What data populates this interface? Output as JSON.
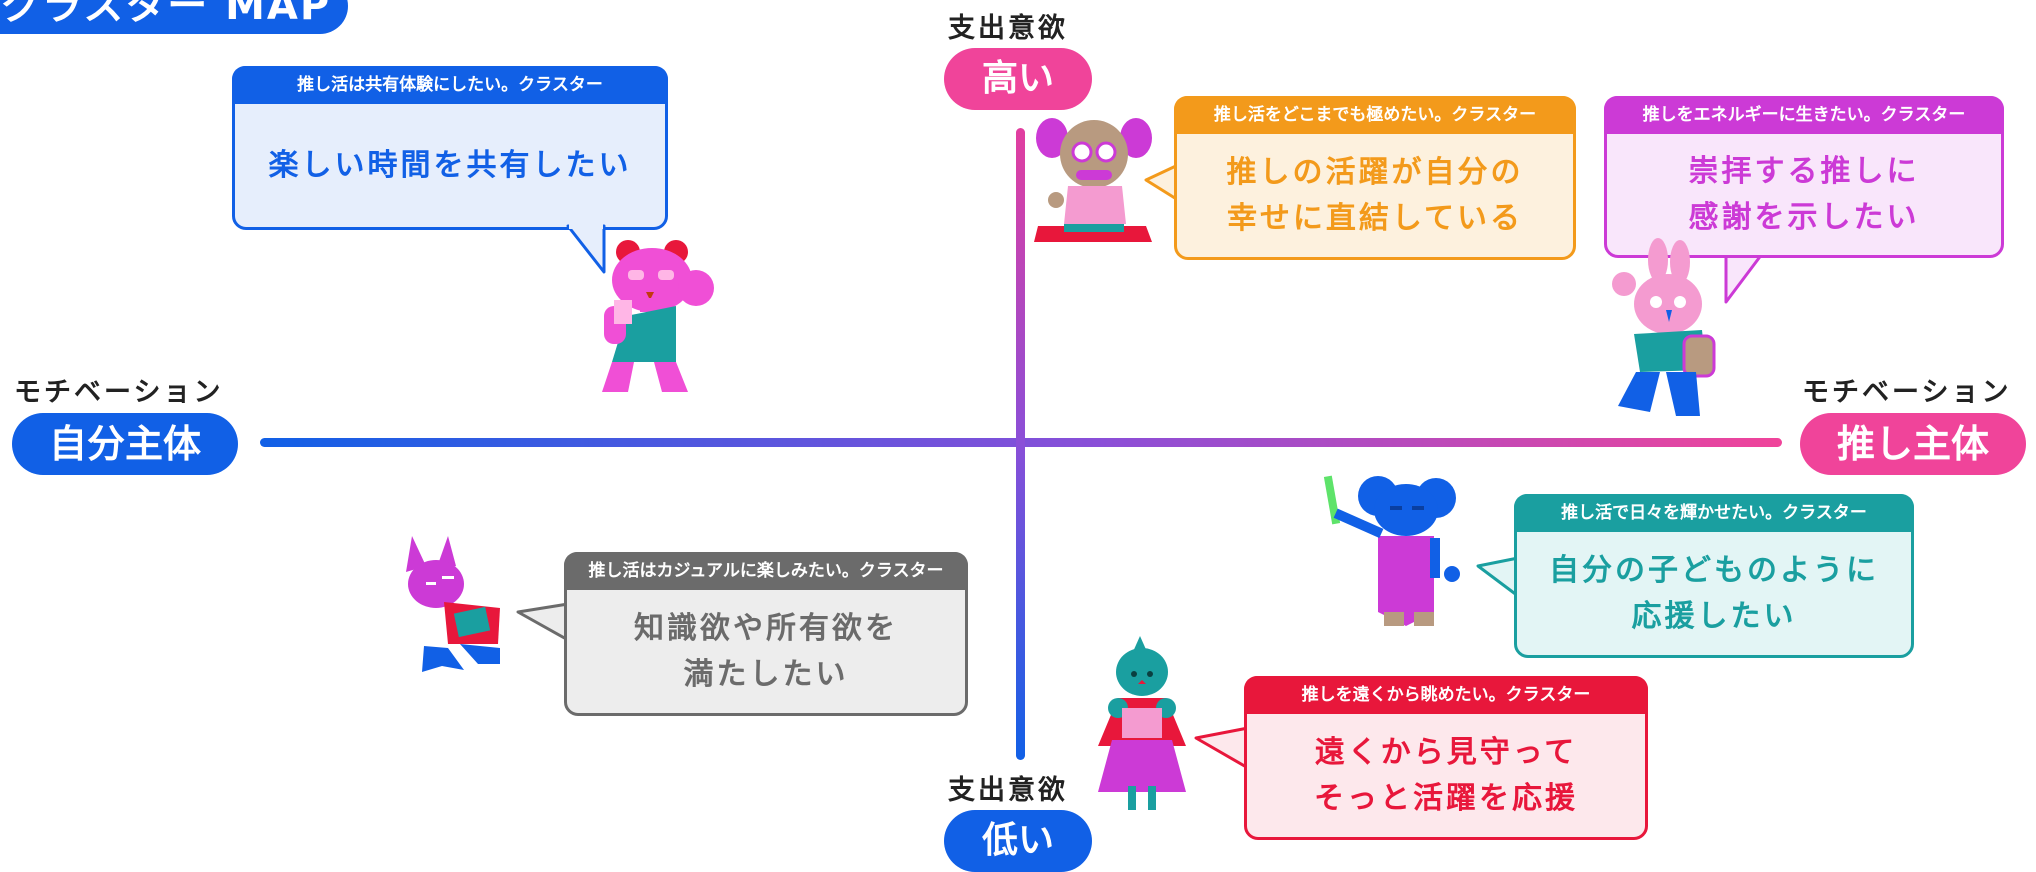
{
  "title": "クラスター MAP",
  "axes": {
    "top": {
      "caption": "支出意欲",
      "label": "高い"
    },
    "bottom": {
      "caption": "支出意欲",
      "label": "低い"
    },
    "left": {
      "caption": "モチベーション",
      "label": "自分主体"
    },
    "right": {
      "caption": "モチベーション",
      "label": "推し主体"
    }
  },
  "clusters": [
    {
      "header": "推し活は共有体験にしたい。クラスター",
      "lines": [
        "楽しい時間を共有したい"
      ],
      "color": "#1160e6",
      "fill": "#e6eefc",
      "text_color": "#1160e6"
    },
    {
      "header": "推し活をどこまでも極めたい。クラスター",
      "lines": [
        "推しの活躍が自分の",
        "幸せに直結している"
      ],
      "color": "#f39a1b",
      "fill": "#fdf1de",
      "text_color": "#f39a1b"
    },
    {
      "header": "推しをエネルギーに生きたい。クラスター",
      "lines": [
        "崇拝する推しに",
        "感謝を示したい"
      ],
      "color": "#cc3ad6",
      "fill": "#f9e6fb",
      "text_color": "#cc3ad6"
    },
    {
      "header": "推し活で日々を輝かせたい。クラスター",
      "lines": [
        "自分の子どものように",
        "応援したい"
      ],
      "color": "#1a9fa0",
      "fill": "#e3f5f5",
      "text_color": "#1a9fa0"
    },
    {
      "header": "推し活はカジュアルに楽しみたい。クラスター",
      "lines": [
        "知識欲や所有欲を",
        "満たしたい"
      ],
      "color": "#6b6b6b",
      "fill": "#ededed",
      "text_color": "#6b6b6b"
    },
    {
      "header": "推しを遠くから眺めたい。クラスター",
      "lines": [
        "遠くから見守って",
        "そっと活躍を応援"
      ],
      "color": "#e8173b",
      "fill": "#fde8ec",
      "text_color": "#e8173b"
    }
  ],
  "colors": {
    "blue": "#1160e6",
    "pink": "#f0449a",
    "purple": "#8a4fd8"
  }
}
